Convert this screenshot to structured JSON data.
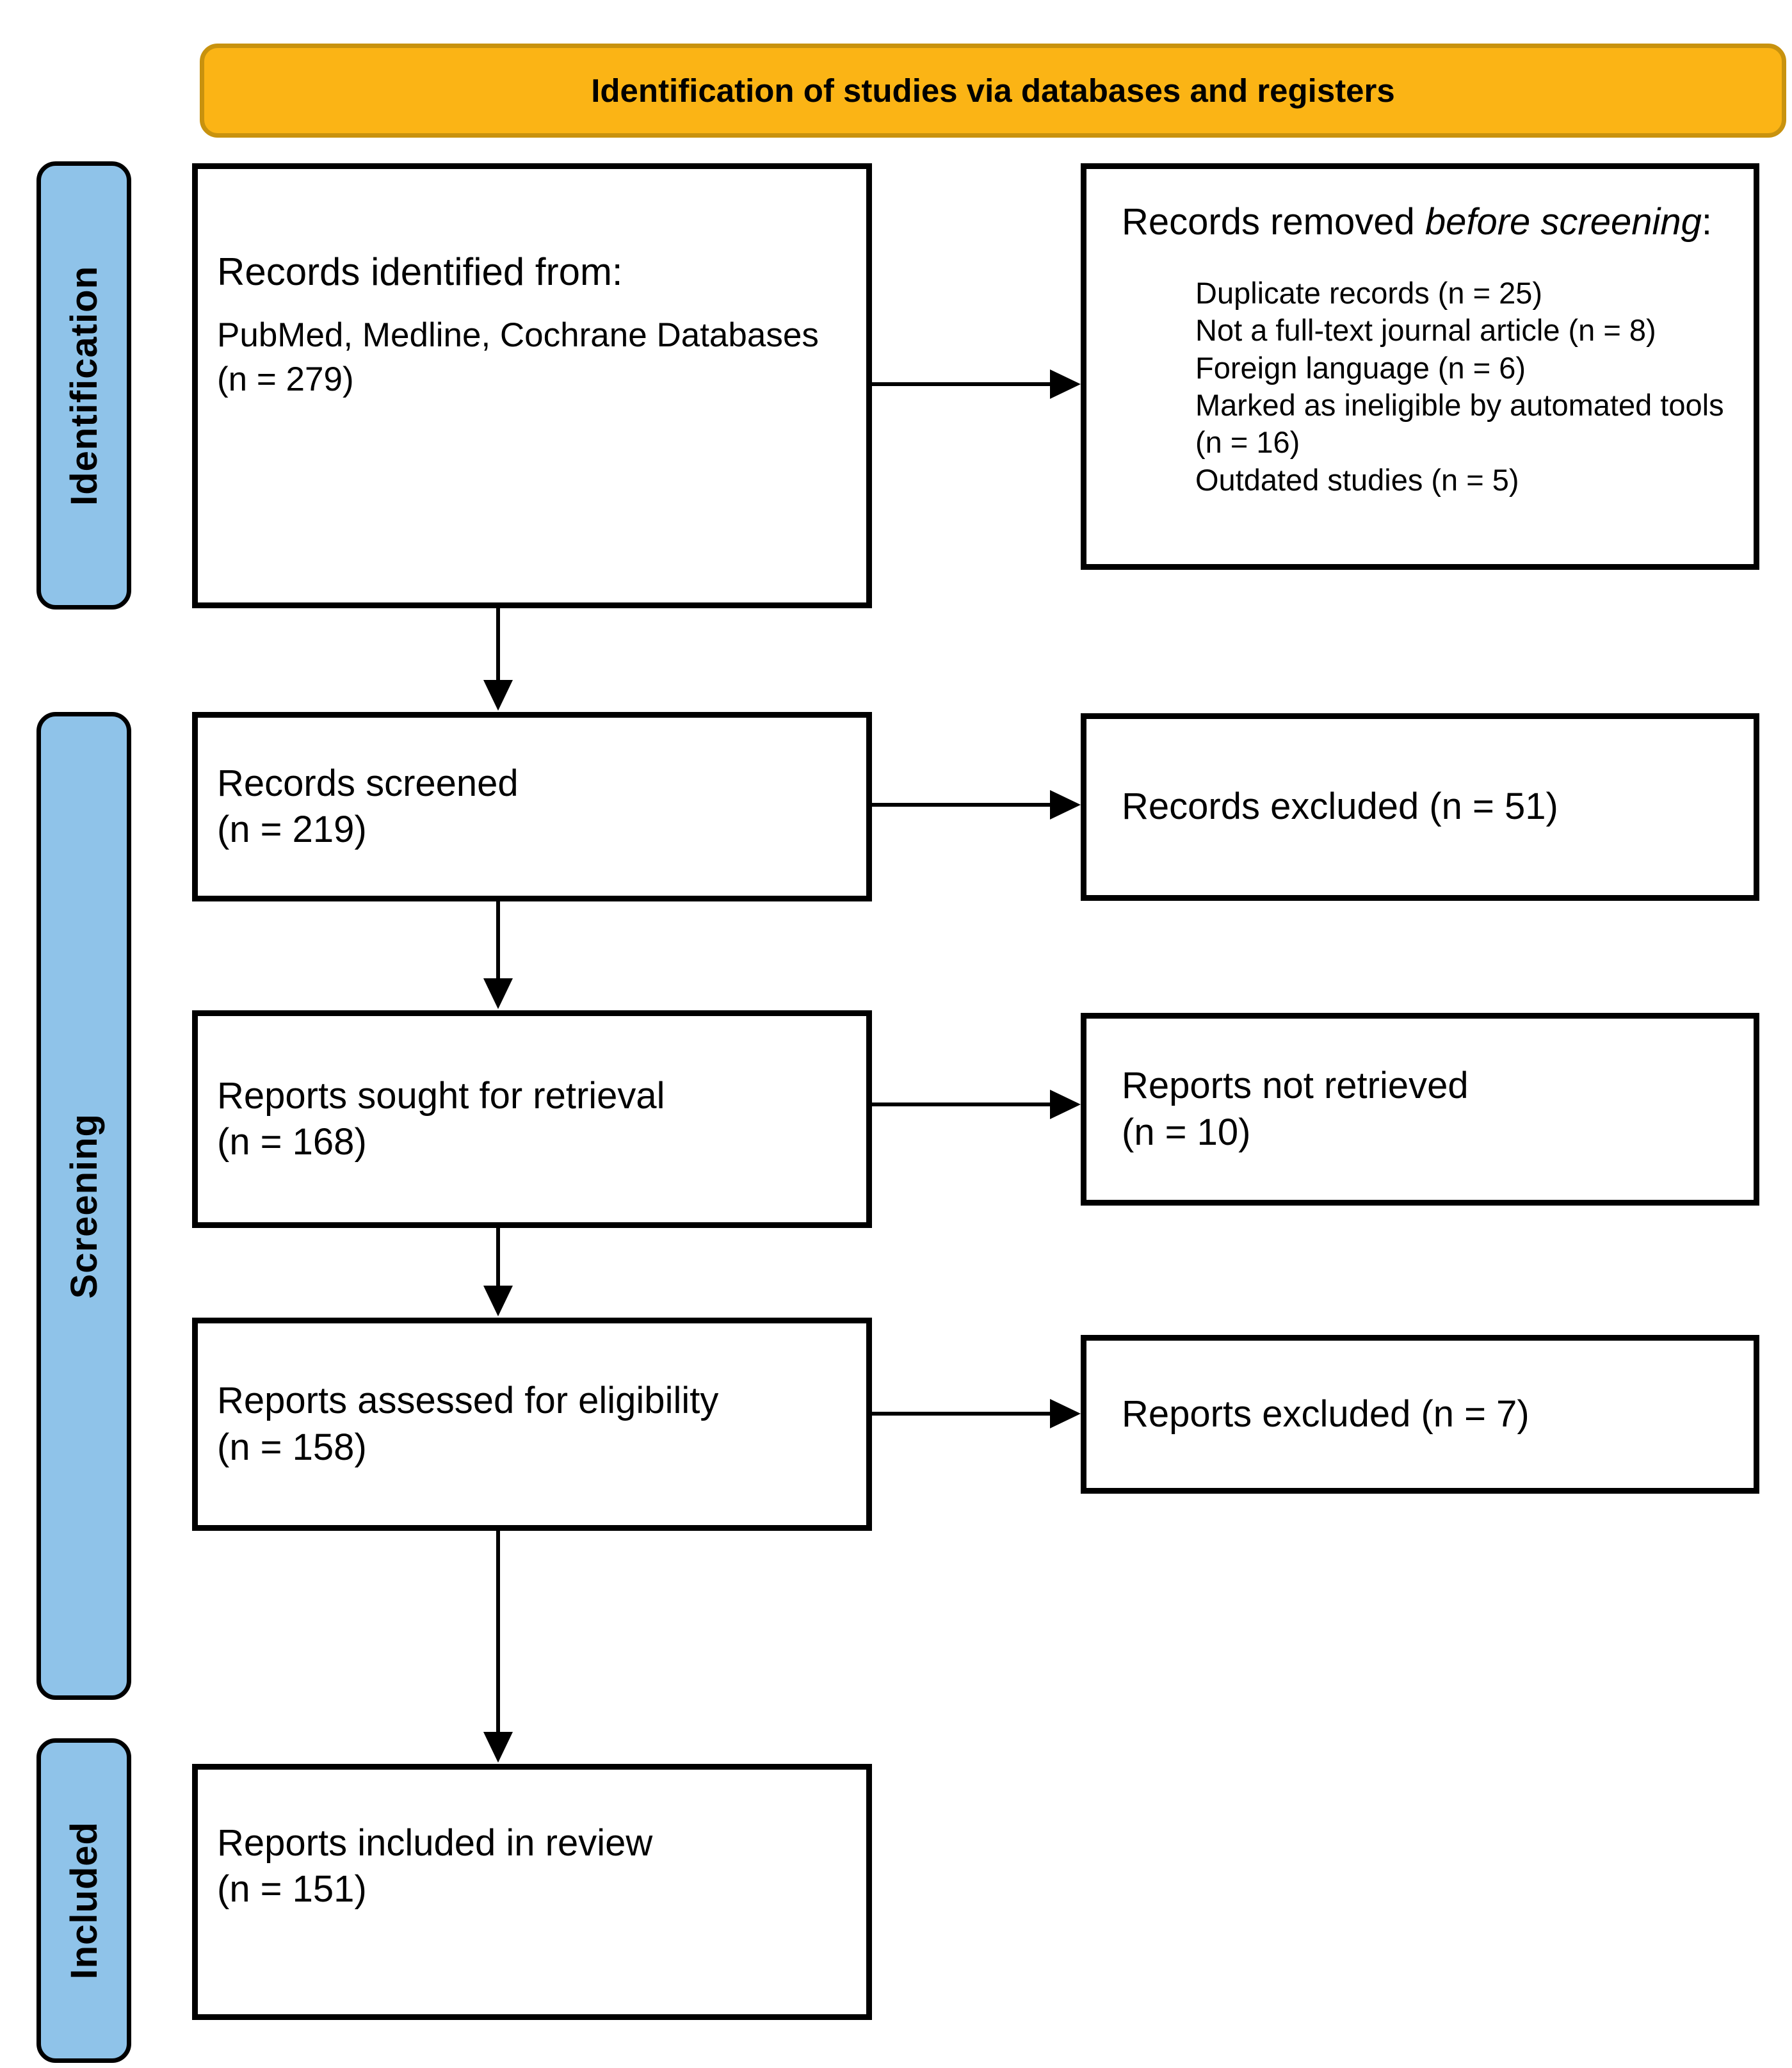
{
  "banner": {
    "label": "Identification of studies via databases and registers"
  },
  "colors": {
    "banner_bg": "#FBB415",
    "banner_border": "#C8920E",
    "stage_bg": "#8FC3E9",
    "text": "#000000"
  },
  "sidebar": {
    "stages": [
      {
        "label": "Identification"
      },
      {
        "label": "Screening"
      },
      {
        "label": "Included"
      }
    ]
  },
  "flow": {
    "records_identified": {
      "title": "Records identified from:",
      "sources": "PubMed, Medline, Cochrane Databases",
      "count": "(n = 279)"
    },
    "records_removed": {
      "heading_prefix": "Records removed ",
      "heading_italic": "before screening",
      "heading_suffix": ":",
      "reasons": [
        "Duplicate records (n = 25)",
        "Not a full-text journal article (n = 8)",
        "Foreign language (n = 6)",
        "Marked as ineligible by automated tools  (n = 16)",
        "Outdated studies (n = 5)"
      ]
    },
    "records_screened": {
      "line1": "Records screened",
      "line2": "(n = 219)"
    },
    "records_excluded": {
      "line1": "Records excluded (n = 51)"
    },
    "reports_sought": {
      "line1": "Reports sought for retrieval",
      "line2": "(n = 168)"
    },
    "reports_not_retrieved": {
      "line1": "Reports not retrieved",
      "line2": "(n = 10)"
    },
    "reports_assessed": {
      "line1": "Reports assessed for eligibility",
      "line2": "(n = 158)"
    },
    "reports_excluded": {
      "line1": "Reports excluded (n = 7)"
    },
    "reports_included": {
      "line1": "Reports included in review",
      "line2": "(n = 151)"
    }
  }
}
